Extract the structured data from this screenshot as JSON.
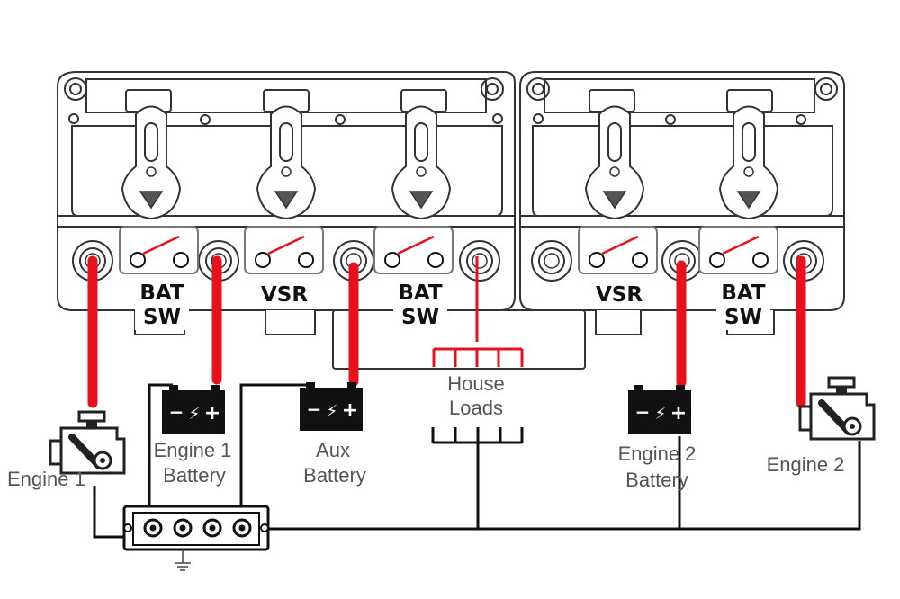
{
  "diagram": {
    "colors": {
      "positive_cable": "#e8101a",
      "negative_cable": "#111111",
      "housing_outline": "#333333",
      "label_text": "#555555",
      "background": "#ffffff"
    },
    "switch_labels": {
      "bat_sw_1": [
        "BAT",
        "SW"
      ],
      "vsr_1": "VSR",
      "bat_sw_2": [
        "BAT",
        "SW"
      ],
      "vsr_2": "VSR",
      "bat_sw_3": [
        "BAT",
        "SW"
      ]
    },
    "labels": {
      "engine1": "Engine 1",
      "engine1_battery": [
        "Engine 1",
        "Battery"
      ],
      "aux_battery": [
        "Aux",
        "Battery"
      ],
      "house_loads": [
        "House",
        "Loads"
      ],
      "engine2_battery": [
        "Engine 2",
        "Battery"
      ],
      "engine2": "Engine 2"
    },
    "battery_symbol": {
      "negative": "−",
      "positive": "+",
      "bolt": "⚡"
    },
    "icons": [
      "engine-icon",
      "battery-icon",
      "ground-icon",
      "switch-icon",
      "bus-bar-icon"
    ]
  }
}
